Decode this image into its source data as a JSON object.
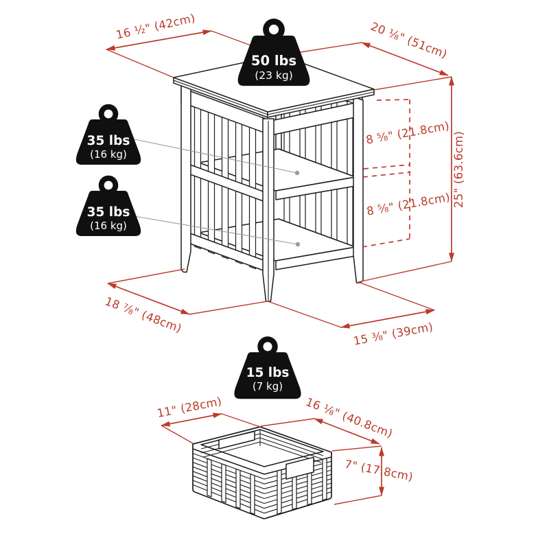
{
  "page": {
    "background": "#ffffff"
  },
  "palette": {
    "line": "#1c1c1c",
    "dimension": "#bb3a2b",
    "leader": "#9a9a9a",
    "badge": "#101010",
    "badge_text": "#ffffff"
  },
  "table_diagram": {
    "weight_capacities": {
      "tabletop": {
        "pounds": "50 lbs",
        "kilograms": "(23 kg)"
      },
      "upper_shelf": {
        "pounds": "35 lbs",
        "kilograms": "(16 kg)"
      },
      "lower_shelf": {
        "pounds": "35 lbs",
        "kilograms": "(16 kg)"
      }
    },
    "dimensions": {
      "top_depth": "16 ½\" (42cm)",
      "top_width": "20 ⅛\" (51cm)",
      "overall_height": "25\" (63.6cm)",
      "upper_shelf_spacing": "8 ⅝\" (21.8cm)",
      "lower_shelf_spacing": "8 ⅝\" (21.8cm)",
      "footprint_depth": "18 ⅞\" (48cm)",
      "footprint_width": "15 ⅜\" (39cm)"
    }
  },
  "basket_diagram": {
    "weight_capacity": {
      "pounds": "15 lbs",
      "kilograms": "(7 kg)"
    },
    "dimensions": {
      "depth": "11\" (28cm)",
      "width": "16 ⅛\" (40.8cm)",
      "height": "7\" (17.8cm)"
    }
  }
}
